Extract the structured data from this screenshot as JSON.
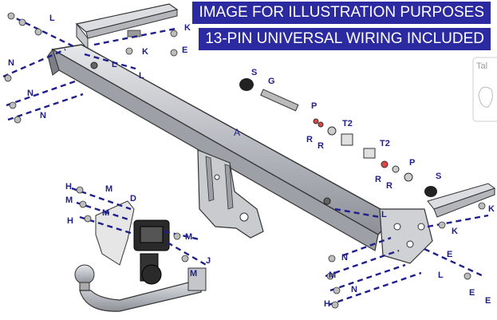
{
  "banners": {
    "illustration": "IMAGE FOR ILLUSTRATION PURPOSES",
    "wiring": "13-PIN UNIVERSAL WIRING INCLUDED"
  },
  "callouts": {
    "main_bar": "A",
    "socket_plate": "D",
    "ball_bolt_lower": "S",
    "ball_bolt_upper": "S",
    "spacer_t2_left": "T2",
    "spacer_t2_right": "T2",
    "bolt_g": "G",
    "washer_p_upper": "P",
    "washer_p_lower": "P",
    "washer_r": "R",
    "washer_r_2": "R",
    "washer_r_3": "R",
    "washer_r_4": "R",
    "washer_l_1": "L",
    "washer_l_2": "L",
    "washer_l_3": "L",
    "washer_l_4": "L",
    "washer_l_5": "L",
    "washer_k_1": "K",
    "washer_k_2": "K",
    "washer_k_3": "K",
    "washer_k_4": "K",
    "washer_e_1": "E",
    "washer_e_2": "E",
    "washer_e_3": "E",
    "washer_e_4": "E",
    "nut_n_1": "N",
    "nut_n_2": "N",
    "nut_n_3": "N",
    "nut_n_4": "N",
    "nut_n_5": "N",
    "washer_m_1": "M",
    "washer_m_2": "M",
    "washer_m_3": "M",
    "washer_m_4": "M",
    "washer_m_5": "M",
    "washer_m_6": "M",
    "bolt_h_1": "H",
    "bolt_h_2": "H",
    "bolt_h_3": "H",
    "bolt_j": "J"
  },
  "side_tab": "Tal",
  "colors": {
    "banner_bg": "#2c2aa0",
    "callout": "#1e1e8c",
    "guide_line": "#1e1e8c",
    "steel": "#b9bcc2"
  }
}
